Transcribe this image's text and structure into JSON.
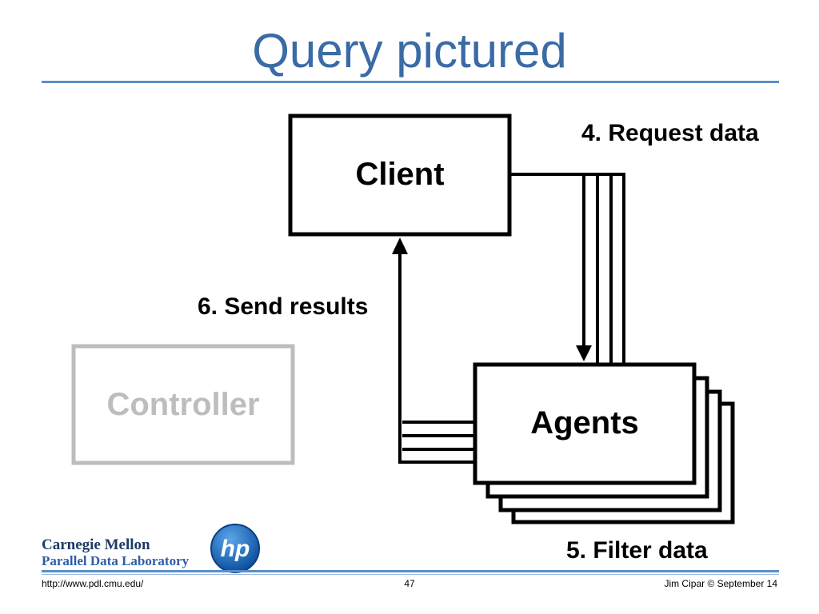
{
  "slide": {
    "title": "Query pictured"
  },
  "diagram": {
    "client_label": "Client",
    "agents_label": "Agents",
    "controller_label": "Controller",
    "step4_label": "4. Request data",
    "step5_label": "5. Filter data",
    "step6_label": "6. Send results"
  },
  "logos": {
    "cmu_line1": "Carnegie Mellon",
    "cmu_line2": "Parallel Data Laboratory",
    "hp_text": "hp"
  },
  "footer": {
    "url": "http://www.pdl.cmu.edu/",
    "page_number": "47",
    "author_date": "Jim Cipar  © September 14"
  },
  "colors": {
    "title_blue": "#3a6ba5",
    "controller_gray": "#bdbdbd"
  }
}
